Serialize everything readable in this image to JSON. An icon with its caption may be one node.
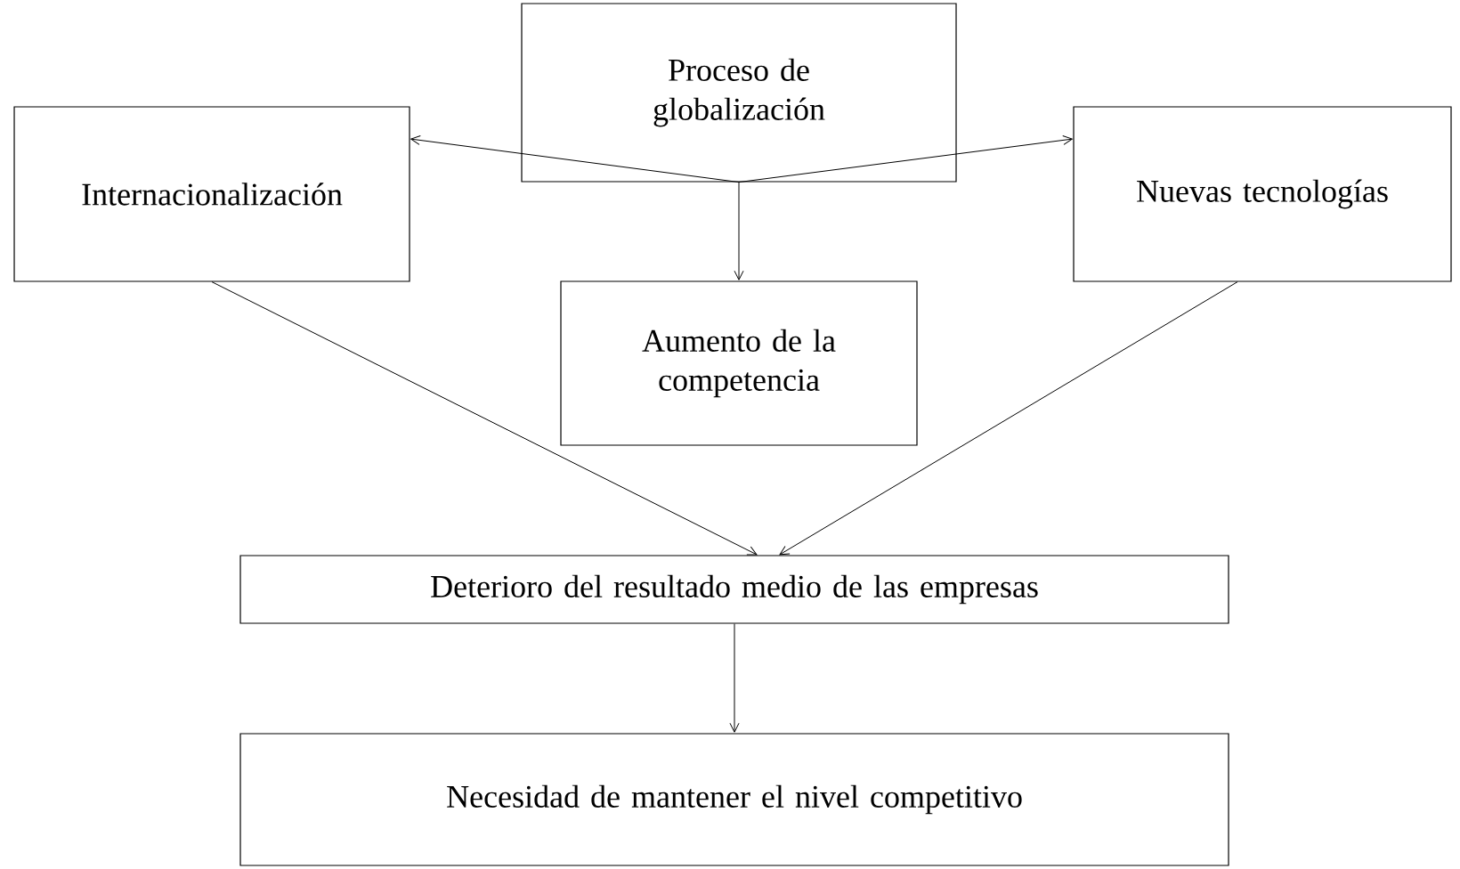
{
  "diagram": {
    "nodes": [
      {
        "text": [
          "Proceso de globalización"
        ]
      },
      {
        "text": [
          "Internacionalización"
        ]
      },
      {
        "text": [
          "Nuevas tecnologías"
        ]
      },
      {
        "text": [
          "Aumento de la competencia"
        ]
      },
      {
        "text": [
          "Deterioro del resultado medio de las empresas"
        ]
      },
      {
        "text": [
          "Necesidad de mantener el nivel competitivo"
        ]
      }
    ],
    "edges": [
      {
        "from": 0,
        "to": 1,
        "arrow": "to"
      },
      {
        "from": 0,
        "to": 3,
        "arrow": "to"
      },
      {
        "from": 0,
        "to": 2,
        "arrow": "to"
      },
      {
        "from": 1,
        "to": 4,
        "arrow": "to"
      },
      {
        "from": 2,
        "to": 4,
        "arrow": "to"
      },
      {
        "from": 4,
        "to": 5,
        "arrow": "to"
      }
    ]
  }
}
